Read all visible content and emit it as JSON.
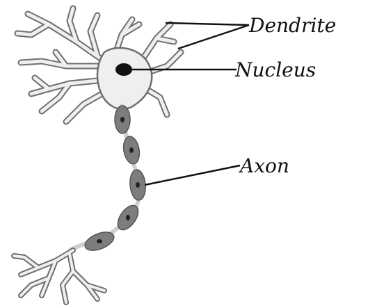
{
  "labels": {
    "dendrite": "Dendrite",
    "nucleus": "Nucleus",
    "axon": "Axon"
  },
  "colors": {
    "outline": "#6f6f6f",
    "cell_body": "#efefef",
    "nucleus": "#111111",
    "myelin": "#7d7d7d",
    "node_gap": "#cfcfcf",
    "leader_line": "#111111"
  }
}
